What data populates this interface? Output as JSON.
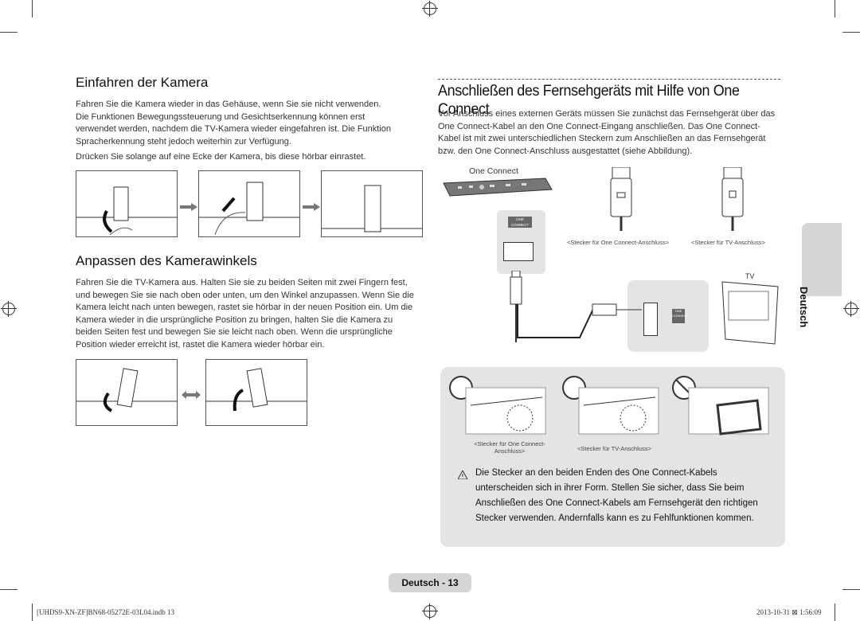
{
  "left": {
    "section1": {
      "title": "Einfahren der Kamera",
      "para1": "Fahren Sie die Kamera wieder in das Gehäuse, wenn Sie sie nicht verwenden. Die Funktionen Bewegungssteuerung und Gesichtserkennung können erst verwendet werden, nachdem die TV-Kamera wieder eingefahren ist. Die Funktion Spracherkennung steht jedoch weiterhin zur Verfügung.",
      "para2": "Drücken Sie solange auf eine Ecke der Kamera, bis diese hörbar einrastet."
    },
    "section2": {
      "title": "Anpassen des Kamerawinkels",
      "para1": "Fahren Sie die TV-Kamera aus. Halten Sie sie zu beiden Seiten mit zwei Fingern fest, und bewegen Sie sie nach oben oder unten, um den Winkel anzupassen. Wenn Sie die Kamera leicht nach unten bewegen, rastet sie hörbar in der neuen Position ein. Um die Kamera wieder in die ursprüngliche Position zu bringen, halten Sie die Kamera zu beiden Seiten fest und bewegen Sie sie leicht nach oben. Wenn die ursprüngliche Position wieder erreicht ist, rastet die Kamera wieder hörbar ein."
    }
  },
  "right": {
    "title": "Anschließen des Fernsehgeräts mit Hilfe von One Connect",
    "para1": "Vor Anschluss eines externen Geräts müssen Sie zunächst das Fernsehgerät über das One Connect-Kabel an den One Connect-Eingang anschließen. Das One Connect-Kabel ist mit zwei unterschiedlichen Steckern zum Anschließen an das Fernsehgerät bzw. den One Connect-Anschluss ausgestattet (siehe Abbildung).",
    "one_connect_label": "One Connect",
    "port_label": "ONE CONNECT",
    "plug_label_1": "<Stecker für One Connect-Anschluss>",
    "plug_label_2": "<Stecker für TV-Anschluss>",
    "tv_label": "TV",
    "bottom_label_1a": "<Stecker für One Connect-",
    "bottom_label_1b": "Anschluss>",
    "bottom_label_2": "<Stecker für TV-Anschluss>",
    "warning": "Die Stecker an den beiden Enden des One Connect-Kabels unterscheiden sich in ihrer Form. Stellen Sie sicher, dass Sie beim Anschließen des One Connect-Kabels am Fernsehgerät den richtigen Stecker verwenden. Andernfalls kann es zu Fehlfunktionen kommen."
  },
  "side_tab": "Deutsch",
  "footer": {
    "page_badge": "Deutsch - 13",
    "file_info": "[UHDS9-XN-ZF]BN68-05272E-03L04.indb   13",
    "date": "2013-10-31",
    "time": "1:56:09"
  },
  "colors": {
    "tab_bg": "#d6d6d6",
    "diagram_bg": "#e4e4e4",
    "text": "#333333"
  }
}
